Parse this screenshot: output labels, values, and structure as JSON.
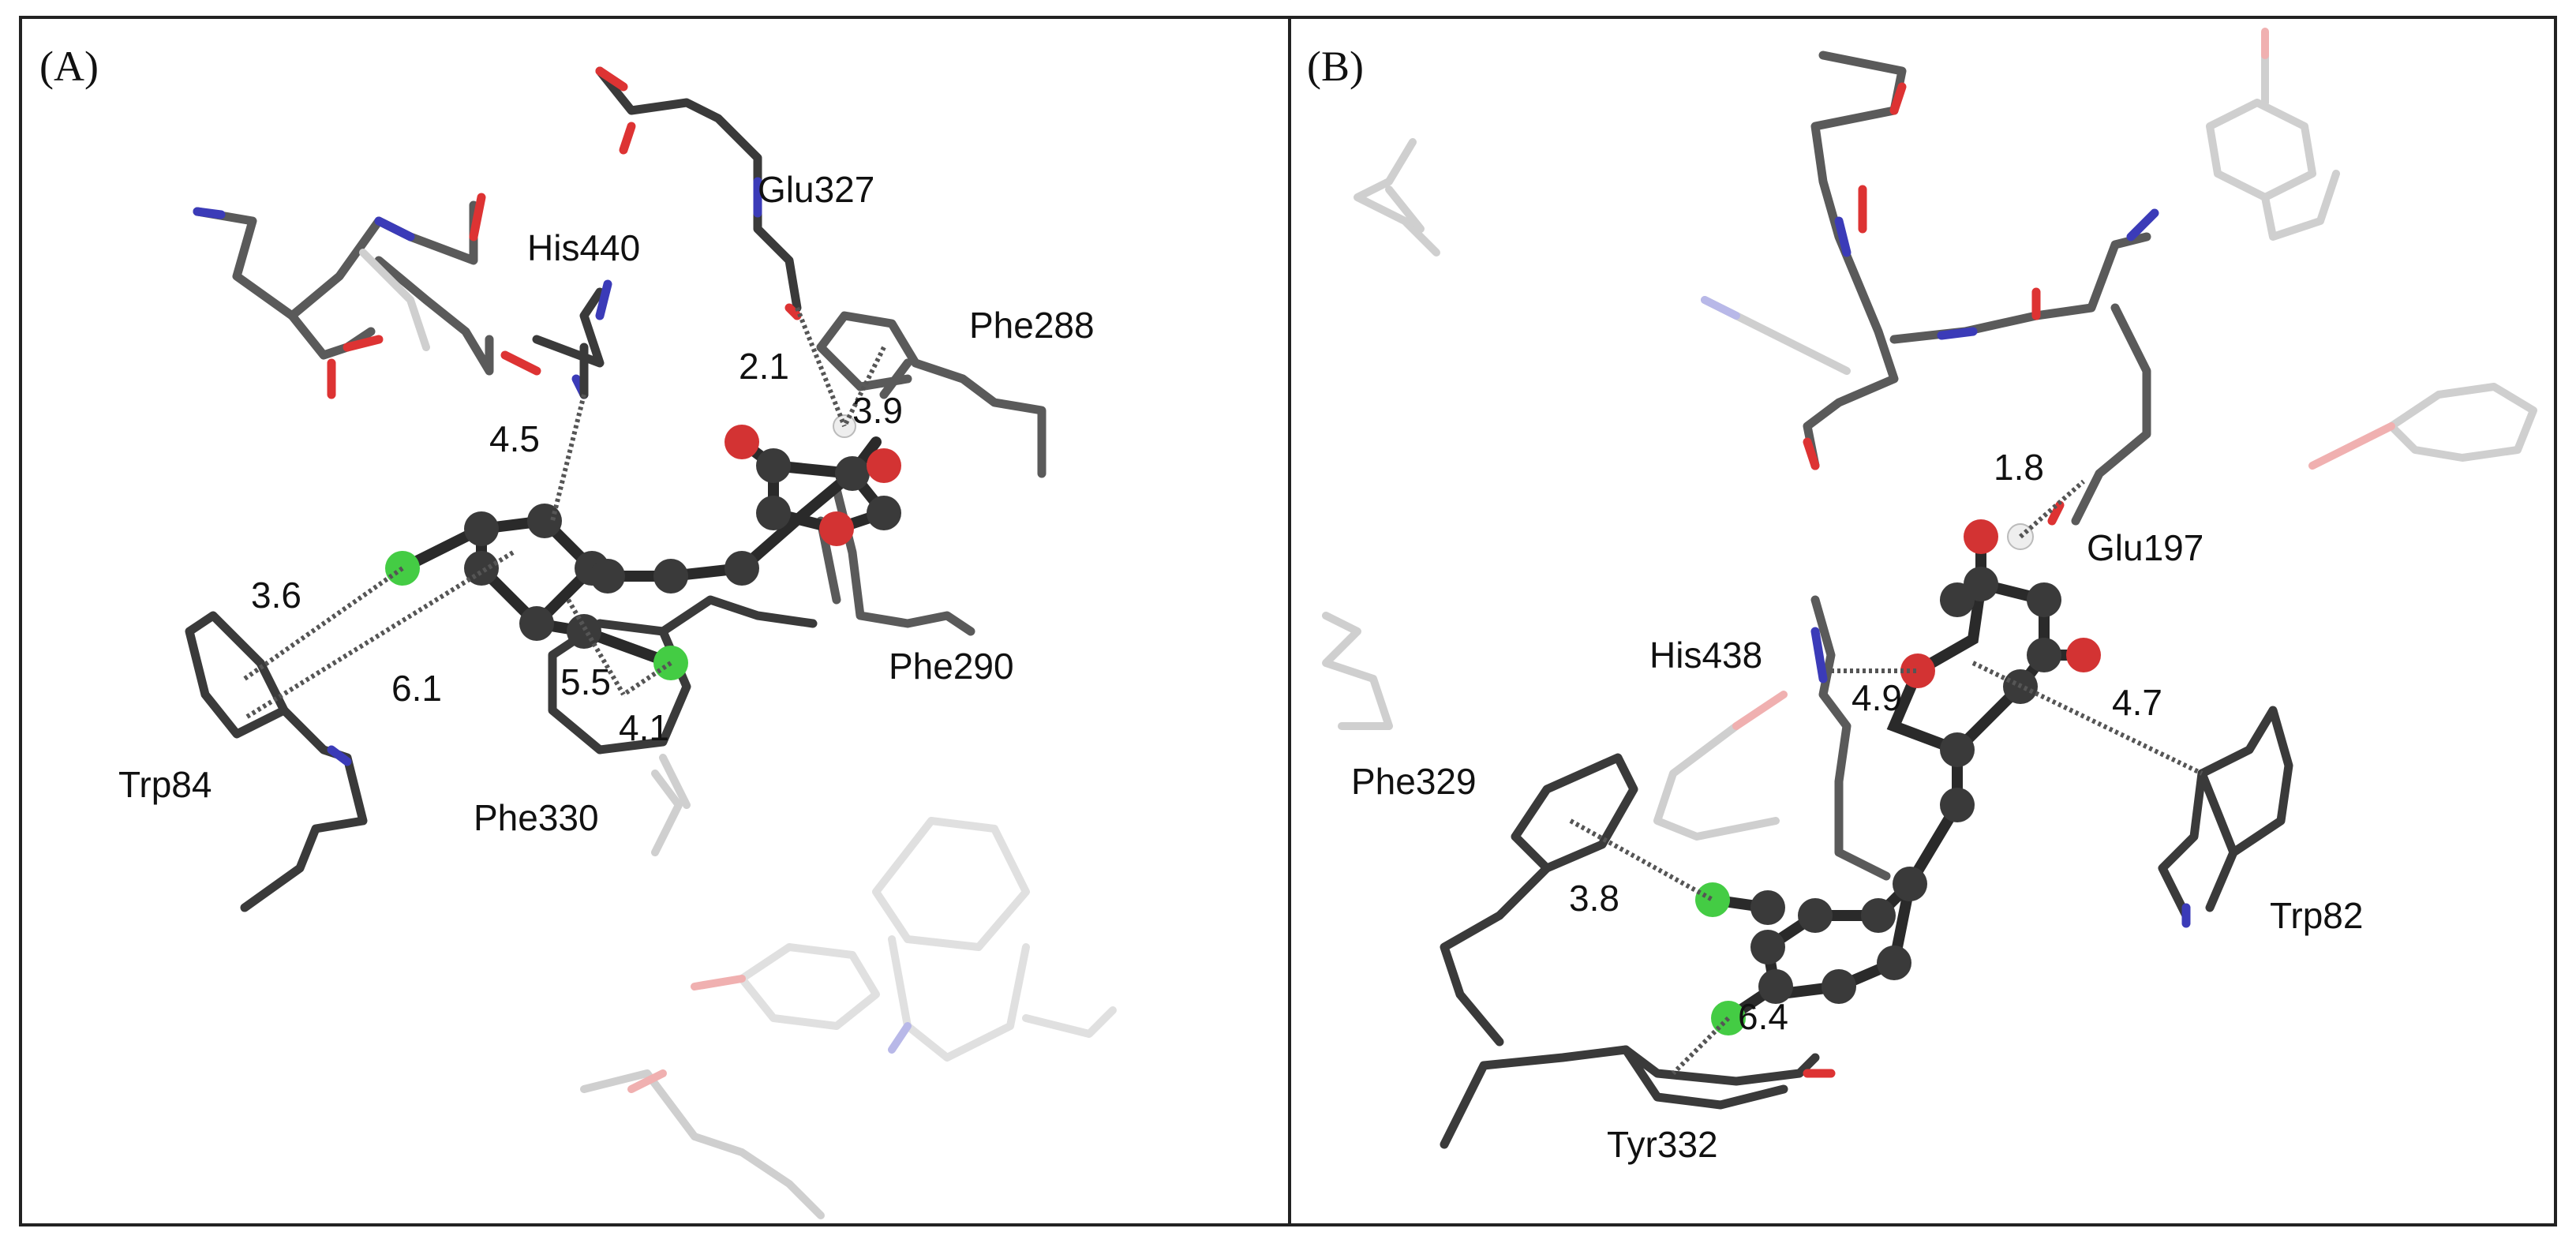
{
  "panels": [
    {
      "letter": "(A)",
      "residues": [
        "His440",
        "Glu327",
        "Phe288",
        "Phe290",
        "Trp84",
        "Phe330"
      ],
      "distances": [
        "4.5",
        "2.1",
        "3.9",
        "3.6",
        "6.1",
        "5.5",
        "4.1"
      ]
    },
    {
      "letter": "(B)",
      "residues": [
        "Glu197",
        "His438",
        "Phe329",
        "Trp82",
        "Tyr332"
      ],
      "distances": [
        "1.8",
        "4.9",
        "4.7",
        "3.8",
        "6.4"
      ]
    }
  ],
  "colors": {
    "carbon": "#3a3a3a",
    "oxygen": "#d33333",
    "nitrogen": "#3b3bb8",
    "chlorine": "#33cc33",
    "hydrogen": "#e8e8e8",
    "border": "#222222"
  }
}
